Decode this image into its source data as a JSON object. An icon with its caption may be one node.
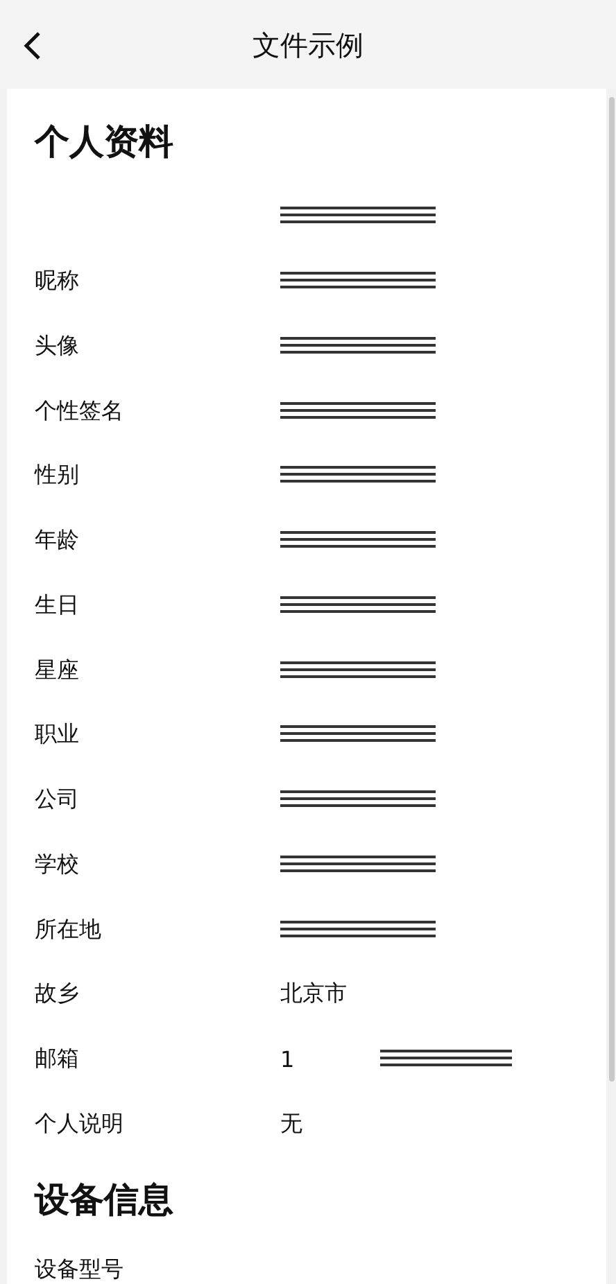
{
  "diagram": {
    "title": "文件示例",
    "labels": [
      "个人资料",
      "昵称",
      "头像",
      "个性签名",
      "性别",
      "年龄",
      "生日",
      "星座",
      "职业",
      "公司",
      "学校",
      "所在地",
      "故乡",
      "北京市",
      "邮箱",
      "1",
      "个人说明",
      "无",
      "设备信息",
      "设备型号"
    ]
  }
}
